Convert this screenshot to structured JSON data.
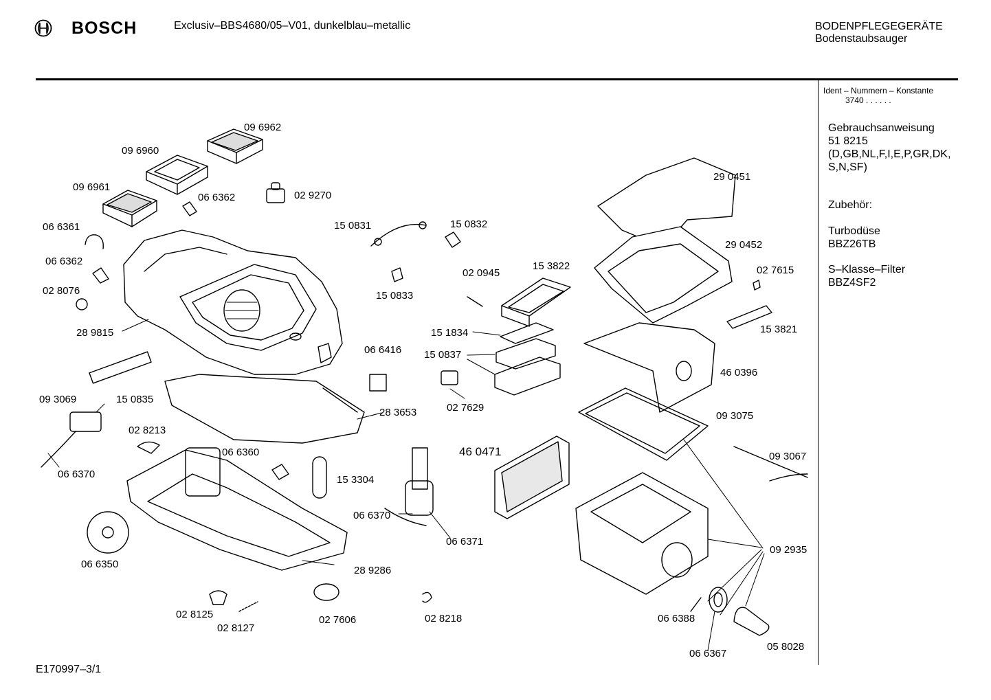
{
  "header": {
    "brand": "BOSCH",
    "model": "Exclusiv–BBS4680/05–V01, dunkelblau–metallic",
    "category": "BODENPFLEGEGERÄTE",
    "subcategory": "Bodenstaubsauger"
  },
  "sidebar": {
    "ident_label": "Ident – Nummern – Konstante",
    "ident_value": "3740  . .   . . . .",
    "manual_label": "Gebrauchsanweisung",
    "manual_number": "51 8215",
    "manual_langs_1": "(D,GB,NL,F,I,E,P,GR,DK,",
    "manual_langs_2": "S,N,SF)",
    "accessories_label": "Zubehör:",
    "acc1_name": "Turbodüse",
    "acc1_code": "BBZ26TB",
    "acc2_name": "S–Klasse–Filter",
    "acc2_code": "BBZ4SF2"
  },
  "parts": [
    {
      "label": "09 6962"
    },
    {
      "label": "09 6960"
    },
    {
      "label": "09 6961"
    },
    {
      "label": "06 6362"
    },
    {
      "label": "02 9270"
    },
    {
      "label": "06 6361"
    },
    {
      "label": "06 6362"
    },
    {
      "label": "02 8076"
    },
    {
      "label": "28 9815"
    },
    {
      "label": "15 0831"
    },
    {
      "label": "15 0832"
    },
    {
      "label": "15 0833"
    },
    {
      "label": "02 0945"
    },
    {
      "label": "15 3822"
    },
    {
      "label": "15 1834"
    },
    {
      "label": "15 0837"
    },
    {
      "label": "06 6416"
    },
    {
      "label": "02 7629"
    },
    {
      "label": "29 0451"
    },
    {
      "label": "29 0452"
    },
    {
      "label": "02 7615"
    },
    {
      "label": "15 3821"
    },
    {
      "label": "46 0396"
    },
    {
      "label": "09 3075"
    },
    {
      "label": "09 3067"
    },
    {
      "label": "09 3069"
    },
    {
      "label": "15 0835"
    },
    {
      "label": "28 3653"
    },
    {
      "label": "02 8213"
    },
    {
      "label": "06 6370"
    },
    {
      "label": "06 6360"
    },
    {
      "label": "15 3304"
    },
    {
      "label": "46 0471"
    },
    {
      "label": "06 6370"
    },
    {
      "label": "06 6371"
    },
    {
      "label": "06 6350"
    },
    {
      "label": "28 9286"
    },
    {
      "label": "02 8125"
    },
    {
      "label": "02 8127"
    },
    {
      "label": "02 7606"
    },
    {
      "label": "02 8218"
    },
    {
      "label": "09 2935"
    },
    {
      "label": "06 6388"
    },
    {
      "label": "06 6367"
    },
    {
      "label": "05 8028"
    }
  ],
  "footer": {
    "drawing_id": "E170997–3/1"
  }
}
